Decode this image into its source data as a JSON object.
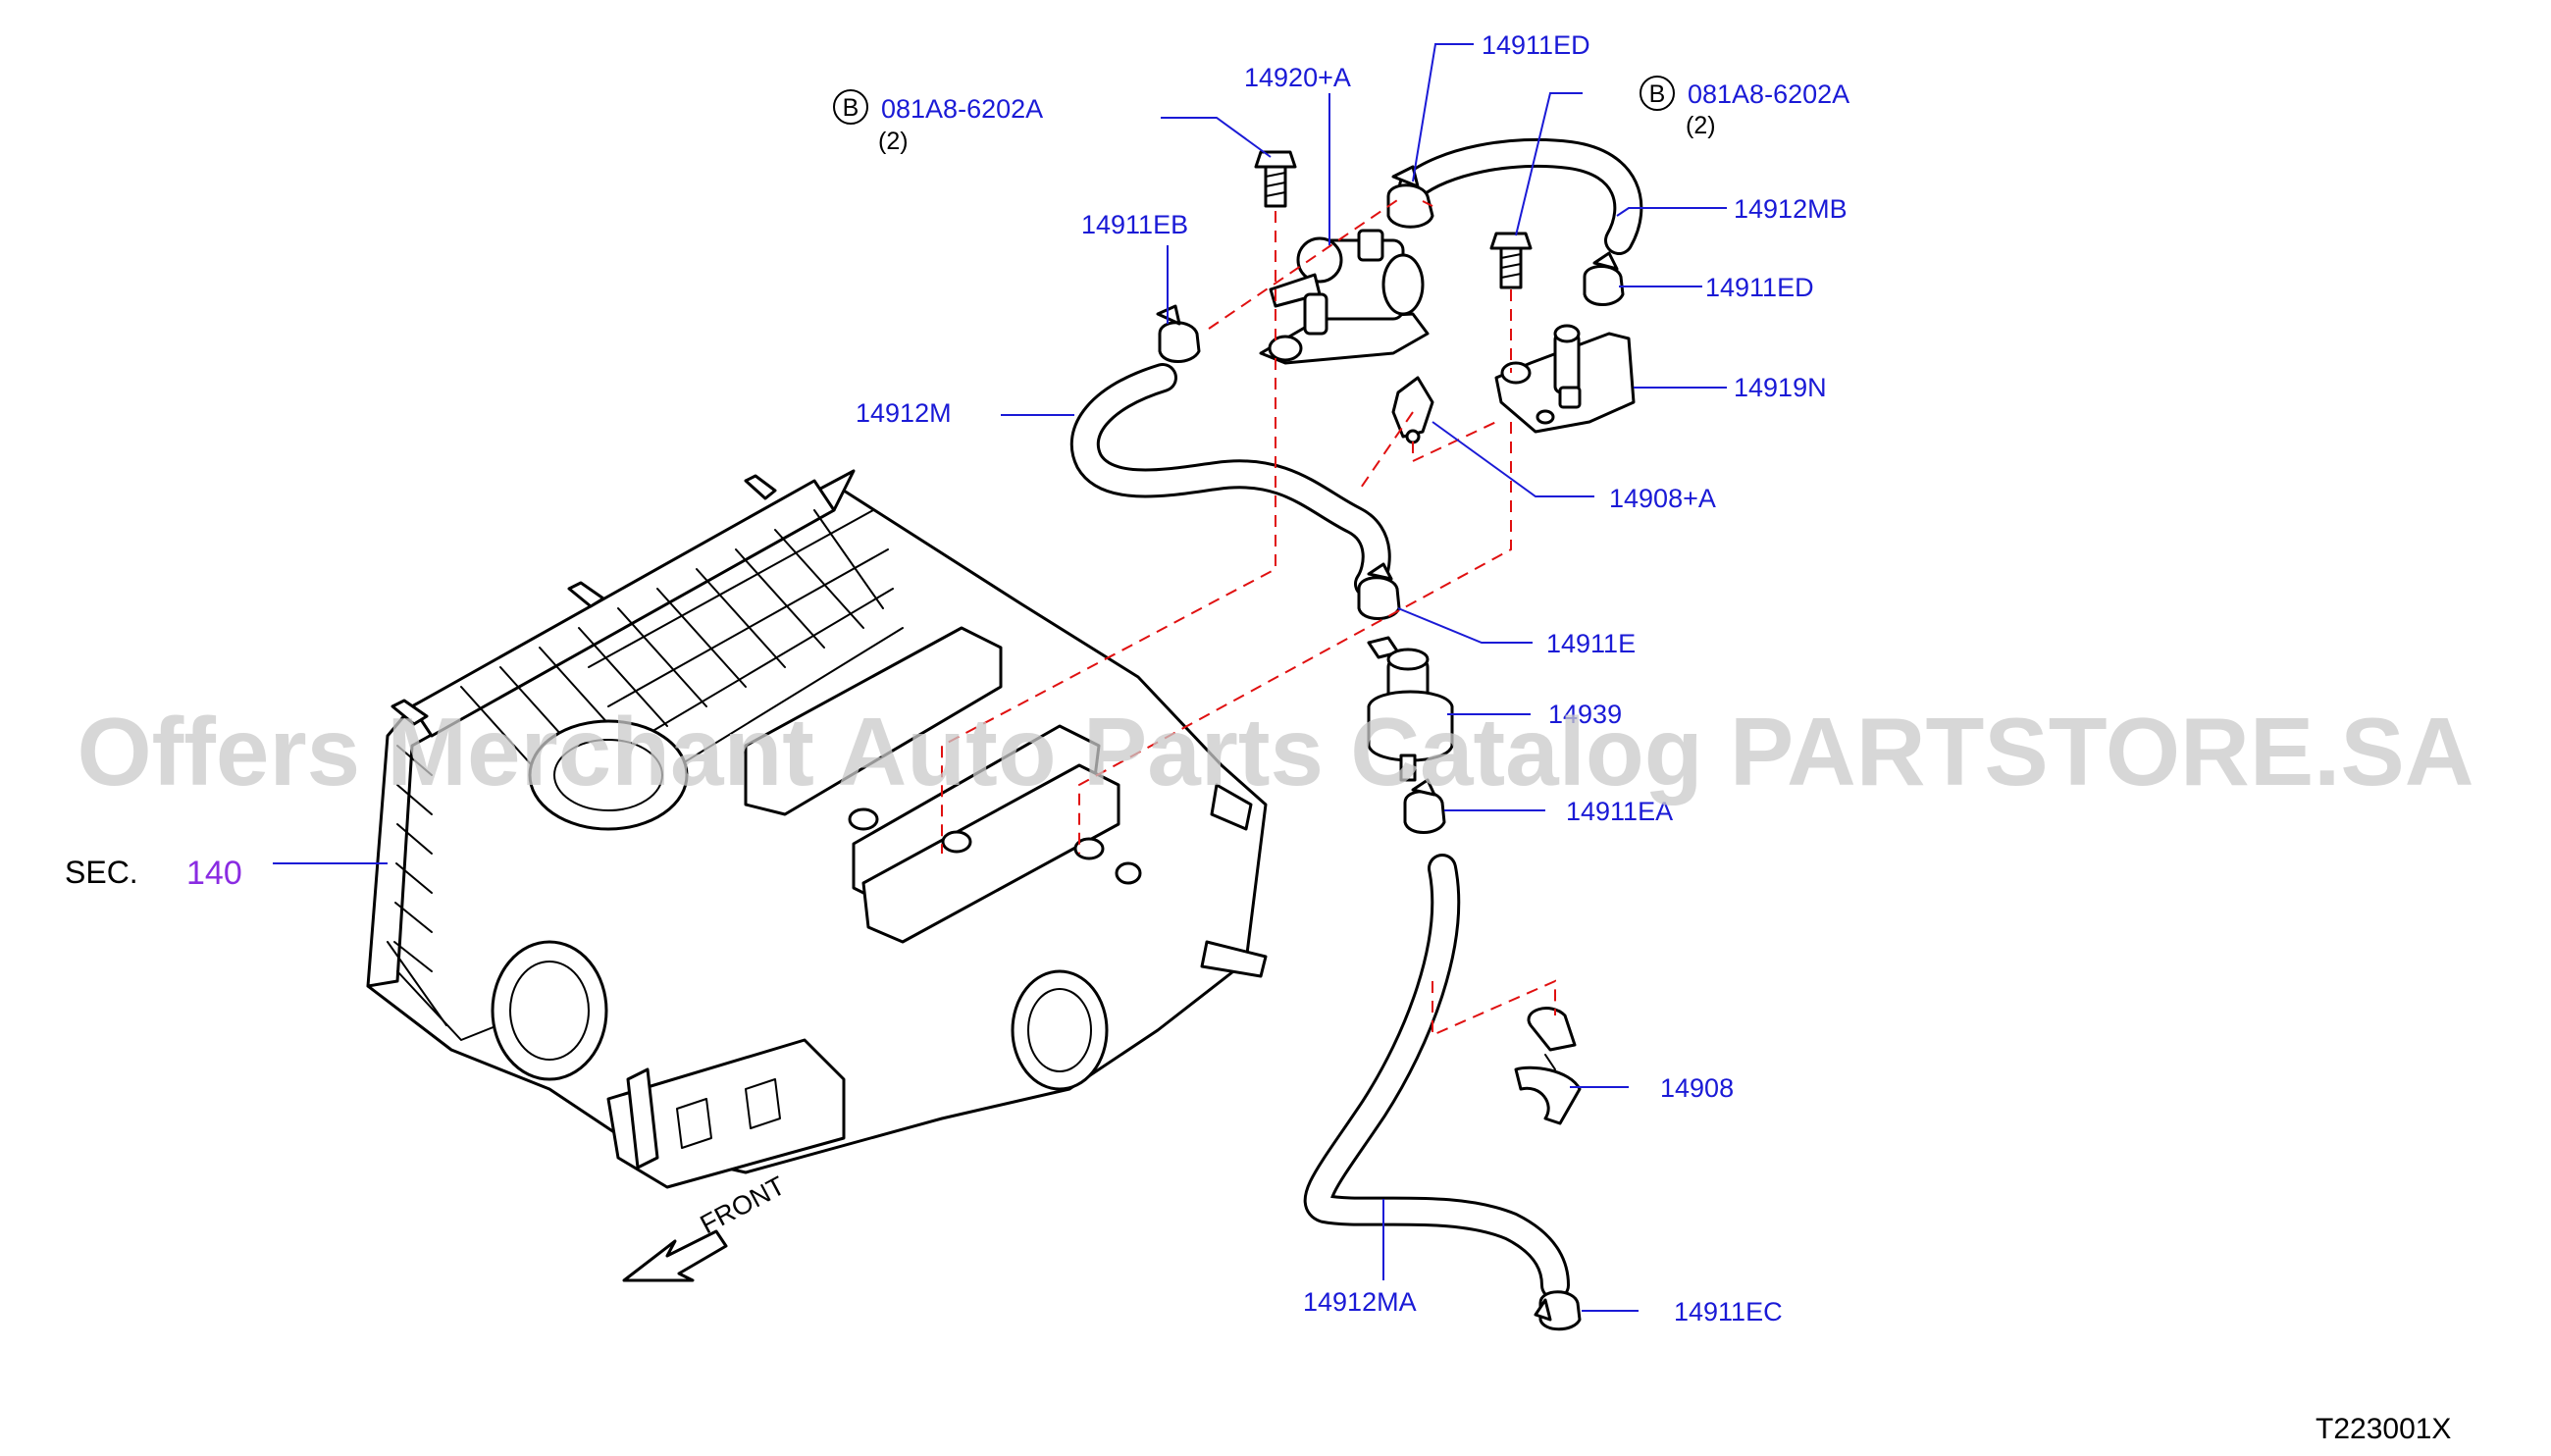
{
  "diagram": {
    "labels": {
      "p14920a": "14920+A",
      "p14911ed_top": "14911ED",
      "bolt_left_code": "081A8-6202A",
      "bolt_left_qty": "(2)",
      "bolt_right_code": "081A8-6202A",
      "bolt_right_qty": "(2)",
      "bolt_symbol": "B",
      "p14912mb": "14912MB",
      "p14911eb": "14911EB",
      "p14911ed_mid": "14911ED",
      "p14919n": "14919N",
      "p14912m": "14912M",
      "p14908a": "14908+A",
      "p14911e": "14911E",
      "p14939": "14939",
      "p14911ea": "14911EA",
      "p14908": "14908",
      "p14912ma": "14912MA",
      "p14911ec": "14911EC",
      "sec_prefix": "SEC.",
      "sec_number": "140",
      "front": "FRONT",
      "diagram_code": "T223001X"
    },
    "watermark": "Offers Merchant Auto Parts Catalog PARTSTORE.SA",
    "colors": {
      "label": "#1a1ad6",
      "dashed_line": "#e01010",
      "section_link": "#8a2be2"
    }
  }
}
